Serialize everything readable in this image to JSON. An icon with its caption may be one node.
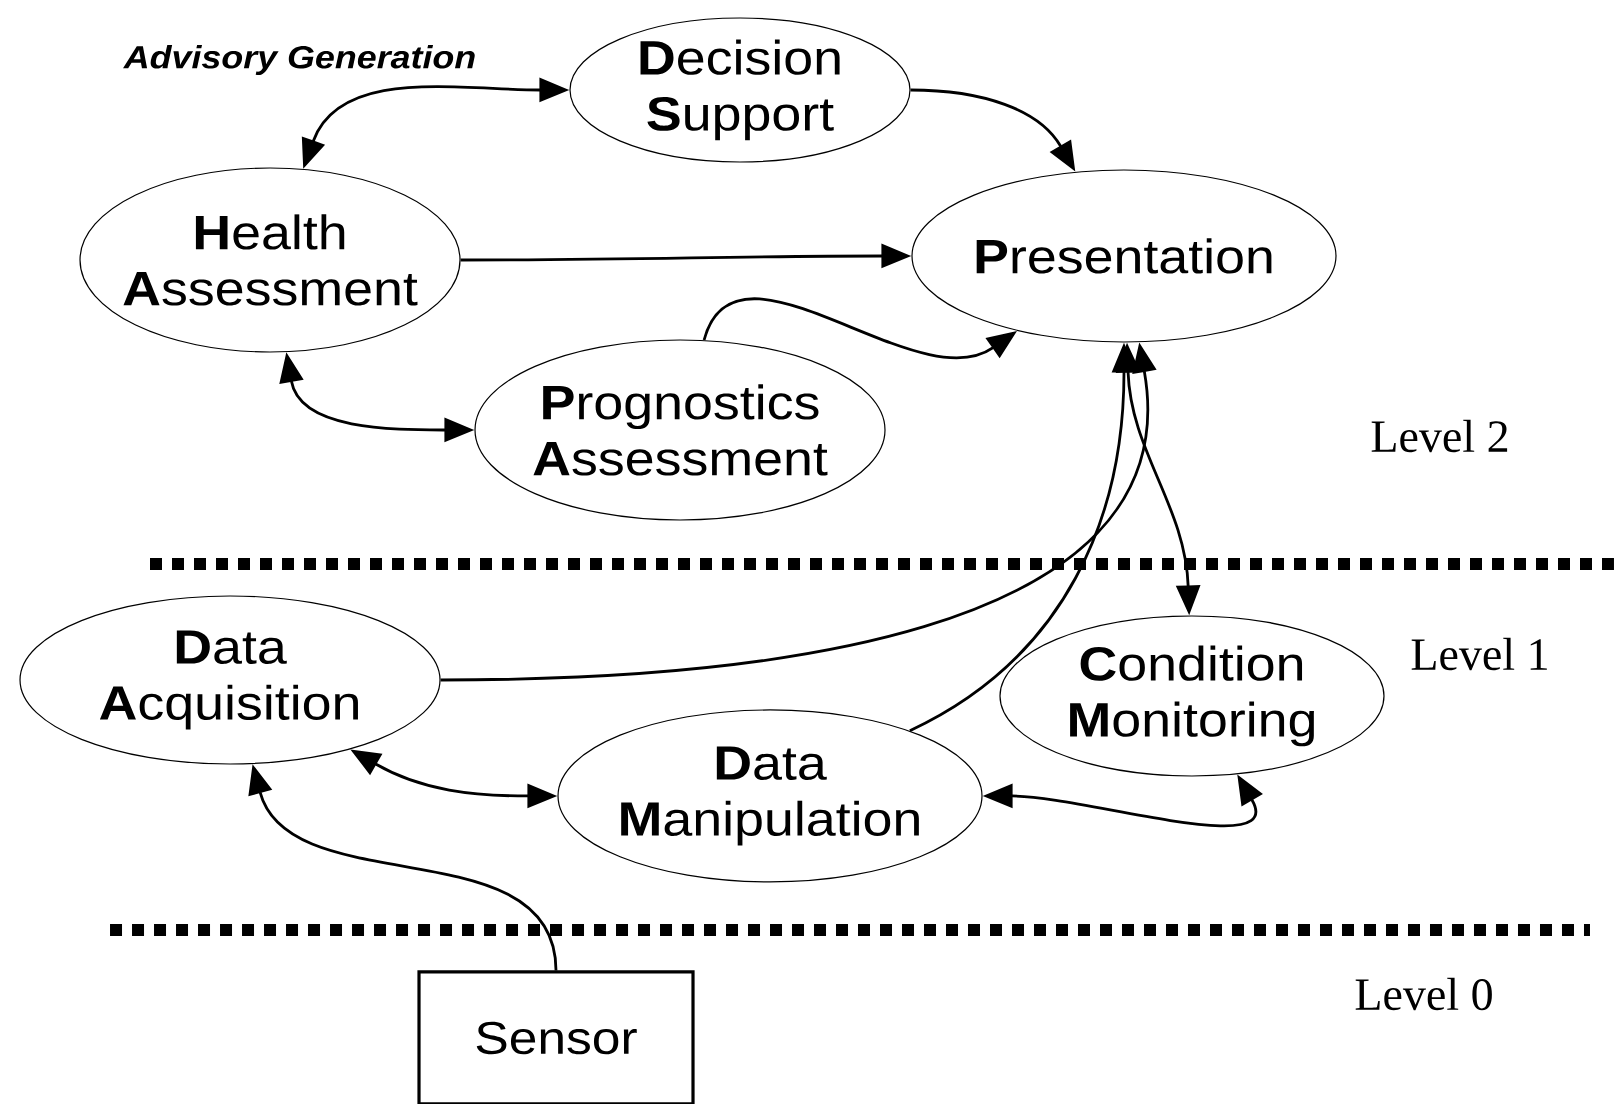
{
  "diagram": {
    "nodes": [
      {
        "text": [
          "**D**ecision **S**upport"
        ]
      },
      {
        "text": [
          "**H**ealth **A**ssessment"
        ]
      },
      {
        "text": [
          "**P**resentation"
        ]
      },
      {
        "text": [
          "**P**rognostics **A**ssessment"
        ]
      },
      {
        "text": [
          "**D**ata **A**cquisition"
        ]
      },
      {
        "text": [
          "**D**ata **M**anipulation"
        ]
      },
      {
        "text": [
          "**C**ondition **M**onitoring"
        ]
      },
      {
        "text": [
          "Sensor"
        ]
      }
    ],
    "edges": [
      {
        "from": 1,
        "to": 0,
        "arrow": "both"
      },
      {
        "from": 0,
        "to": 2,
        "arrow": "to"
      },
      {
        "from": 1,
        "to": 2,
        "arrow": "to"
      },
      {
        "from": 1,
        "to": 3,
        "arrow": "both"
      },
      {
        "from": 3,
        "to": 2,
        "arrow": "to"
      },
      {
        "from": 4,
        "to": 2,
        "arrow": "to"
      },
      {
        "from": 5,
        "to": 2,
        "arrow": "to"
      },
      {
        "from": 2,
        "to": 6,
        "arrow": "both"
      },
      {
        "from": 4,
        "to": 5,
        "arrow": "both"
      },
      {
        "from": 5,
        "to": 6,
        "arrow": "both"
      },
      {
        "from": 7,
        "to": 4,
        "arrow": "to"
      }
    ],
    "labels": [
      "Advisory Generation",
      "Level 2",
      "Level 1",
      "Level 0"
    ]
  }
}
